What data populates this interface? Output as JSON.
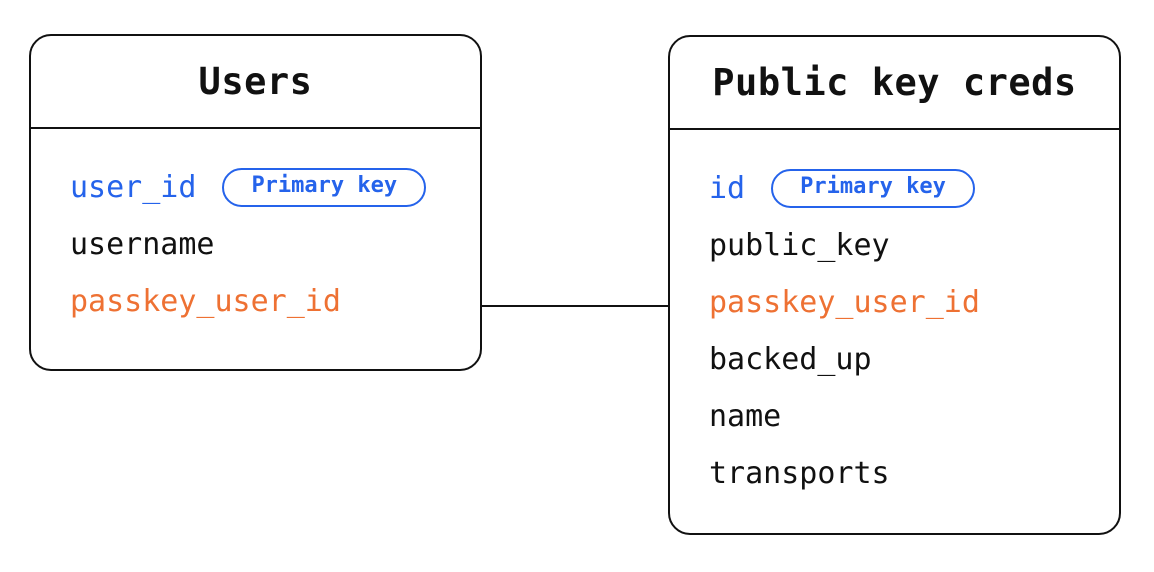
{
  "diagram": {
    "colors": {
      "ink": "#111111",
      "primary_key_accent": "#2563eb",
      "linked_field_accent": "#ee7133",
      "background": "#ffffff"
    },
    "tables": [
      {
        "title": "Users",
        "fields": [
          {
            "name": "user_id",
            "role": "primary",
            "badge": "Primary key"
          },
          {
            "name": "username",
            "role": "plain"
          },
          {
            "name": "passkey_user_id",
            "role": "linked"
          }
        ]
      },
      {
        "title": "Public key creds",
        "fields": [
          {
            "name": "id",
            "role": "primary",
            "badge": "Primary key"
          },
          {
            "name": "public_key",
            "role": "plain"
          },
          {
            "name": "passkey_user_id",
            "role": "linked"
          },
          {
            "name": "backed_up",
            "role": "plain"
          },
          {
            "name": "name",
            "role": "plain"
          },
          {
            "name": "transports",
            "role": "plain"
          }
        ]
      }
    ],
    "connector": {
      "from": "Users.passkey_user_id",
      "to": "Public key creds.passkey_user_id"
    }
  }
}
